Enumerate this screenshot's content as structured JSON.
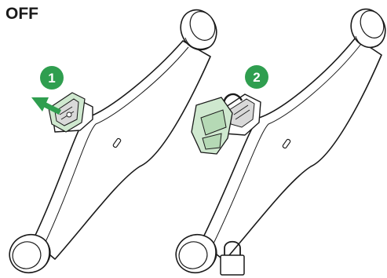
{
  "title": "OFF",
  "steps": [
    {
      "number": "1",
      "icon": "green-arrow-icon"
    },
    {
      "number": "2",
      "icon": "padlock-icon"
    }
  ],
  "colors": {
    "accent_green": "#2f9e4f",
    "device_tint": "#cfe8cf",
    "outline": "#1a1a1a",
    "body_fill": "#ffffff",
    "metal_fill": "#d9d9d9"
  }
}
